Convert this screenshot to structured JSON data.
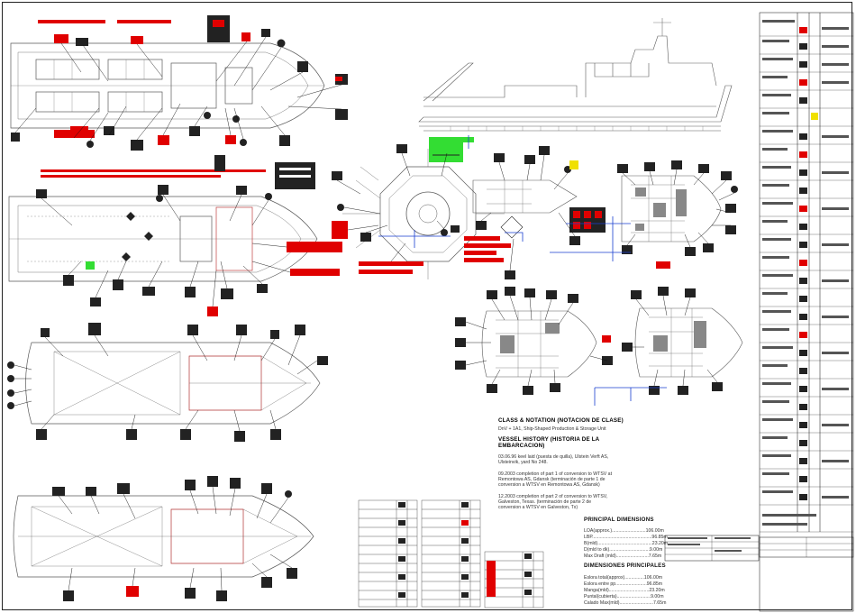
{
  "class_notation": {
    "heading": "CLASS & NOTATION (NOTACION DE CLASE)",
    "line": "DnV + 1A1, Ship-Shaped Production & Storage Unit"
  },
  "vessel_history": {
    "heading_1": "VESSEL HISTORY (HISTORIA DE LA",
    "heading_2": "EMBARCACION)",
    "entries": [
      [
        "03.06.96 keel laid (puesta de quilla), Ulstein Verft AS,",
        "Ulsteinvik, yard No 248."
      ],
      [
        "09.2003 completion of part 1 of conversion to WTSV at",
        "Remontowa AS, Gdansk (terminación de parte 1 de",
        "conversion a WTSV en Remontowa AS, Gdansk)"
      ],
      [
        "12.2003 completion of part 2 of conversion to WTSV,",
        "Galveston, Texas. (terminación de parte 2 de",
        "conversion a WTSV en Galveston, Tx)"
      ]
    ]
  },
  "principal_dimensions": {
    "heading": "PRINCIPAL DIMENSIONS",
    "rows": [
      "LOA(approx.)..........................106.00m",
      "LBP..............................................96.85m",
      "B(mld)..........................................23.20m",
      "D(mld to dk)...............................9.00m",
      "Max Draft (mld).........................7.65m"
    ]
  },
  "dimensiones_principales": {
    "heading": "DIMENSIONES PRINCIPALES",
    "rows": [
      "Eslora total(approx)...............106.00m",
      "Eslora entre pp........................96.85m",
      "Manga(mld)...............................23.20m",
      "Puntal(cubierta)..........................9.00m",
      "Calado Max(mld)..........................7.65m"
    ]
  },
  "colors": {
    "line": "#5a5a5a",
    "ink": "#111111",
    "symbol_red": "#e00000",
    "highlight_green": "#33dd33",
    "callout_blue": "#1a3fd0",
    "warning_yellow": "#f0e000"
  }
}
